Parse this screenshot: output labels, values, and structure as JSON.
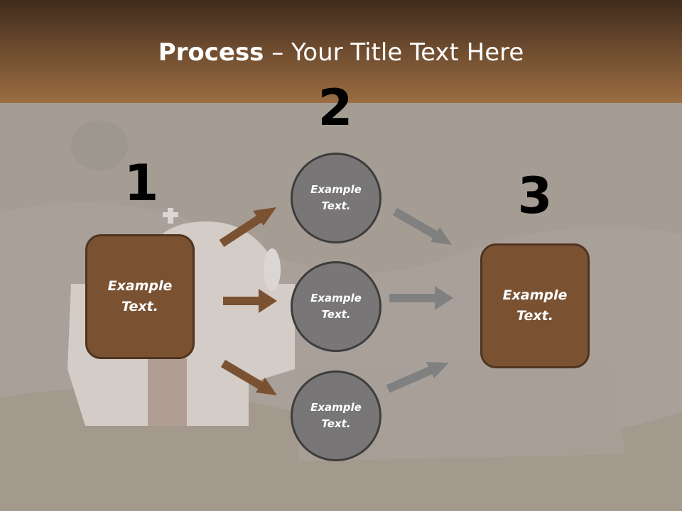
{
  "slide": {
    "title_bold": "Process",
    "title_rest": " – Your Title Text Here"
  },
  "steps": {
    "one": {
      "number": "1",
      "text": "Example\nText."
    },
    "two": {
      "number": "2",
      "circles": [
        {
          "text": "Example\nText."
        },
        {
          "text": "Example\nText."
        },
        {
          "text": "Example\nText."
        }
      ]
    },
    "three": {
      "number": "3",
      "text": "Example\nText."
    }
  },
  "colors": {
    "header_top": "#3f2b1c",
    "header_bottom": "#9a6d42",
    "brown_box": "#7a5232",
    "brown_arrow": "#7a5232",
    "gray_circle": "#787676",
    "gray_arrow": "#808080"
  }
}
